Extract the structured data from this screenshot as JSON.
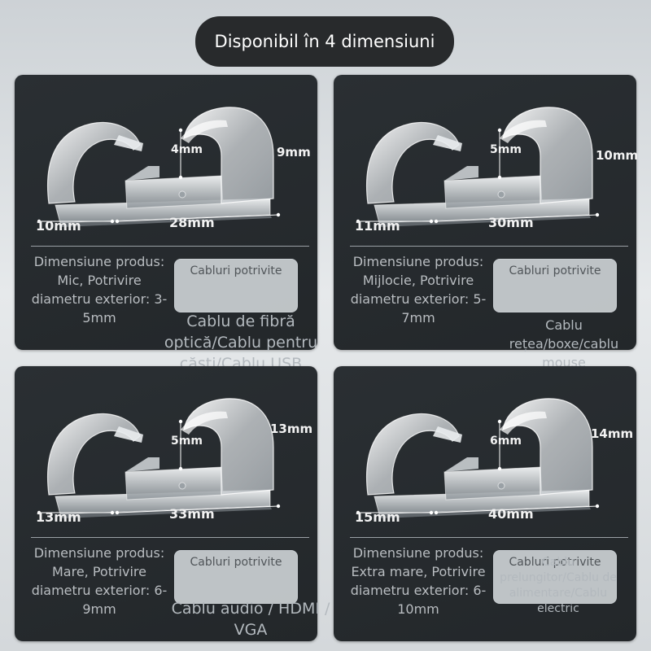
{
  "title": "Disponibil în 4 dimensiuni",
  "cable_label": "Cabluri potrivite",
  "sizes": [
    {
      "gap": "4mm",
      "height": "9mm",
      "depth": "10mm",
      "width": "28mm",
      "description": "Dimensiune produs: Mic, Potrivire diametru exterior: 3-5mm",
      "cables": "Cablu de fibră optică/Cablu pentru căști/Cablu USB"
    },
    {
      "gap": "5mm",
      "height": "10mm",
      "depth": "11mm",
      "width": "30mm",
      "description": "Dimensiune produs: Mijlocie, Potrivire diametru exterior: 5-7mm",
      "cables": "Cablu rețea/boxe/cablu mouse"
    },
    {
      "gap": "5mm",
      "height": "13mm",
      "depth": "13mm",
      "width": "33mm",
      "description": "Dimensiune produs: Mare, Potrivire diametru exterior: 6-9mm",
      "cables": "Cablu audio / HDMI / VGA"
    },
    {
      "gap": "6mm",
      "height": "14mm",
      "depth": "15mm",
      "width": "40mm",
      "description": "Dimensiune produs: Extra mare, Potrivire diametru exterior: 6-10mm",
      "cables": "Cablu prelungitor/Cablu de alimentare/Cablu electric"
    }
  ]
}
